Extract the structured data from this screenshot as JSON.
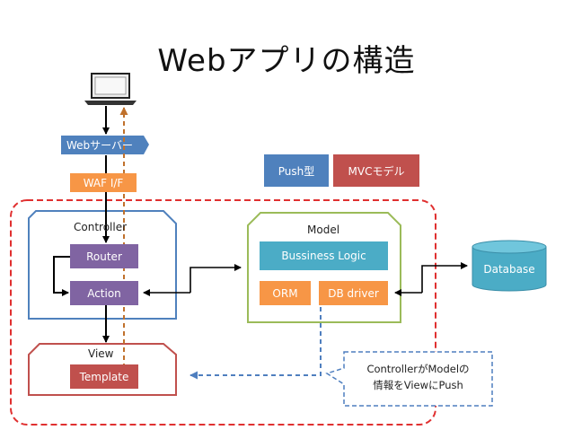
{
  "title": "Webアプリの構造",
  "nodes": {
    "web_server": "Webサーバー",
    "waf_if": "WAF I/F",
    "controller": "Controller",
    "router": "Router",
    "action": "Action",
    "view": "View",
    "template": "Template",
    "model": "Model",
    "business_logic": "Bussiness Logic",
    "orm": "ORM",
    "db_driver": "DB driver",
    "database": "Database",
    "push_type": "Push型",
    "mvc_model": "MVCモデル"
  },
  "callout": {
    "line1": "ControllerがModelの",
    "line2": "情報をViewにPush"
  },
  "colors": {
    "purple": "#8064a2",
    "blue": "#4f81bd",
    "teal": "#4bacc6",
    "green": "#9bbb59",
    "orange": "#f79646",
    "red": "#c0504d",
    "dashed_red": "#e03030",
    "dashed_orange": "#c0712c",
    "dashed_blue": "#4f7fbf"
  },
  "icons": [
    "laptop-icon"
  ]
}
